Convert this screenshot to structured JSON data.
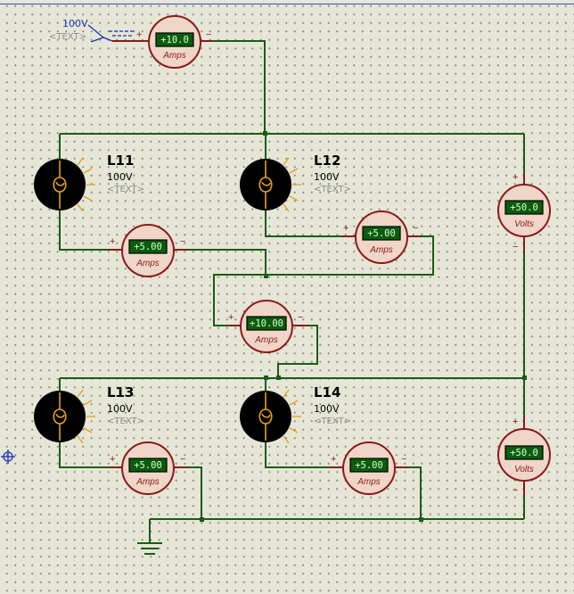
{
  "source": {
    "voltage": "100V",
    "text": "<TEXT>"
  },
  "meters": [
    {
      "id": "ammeter-supply",
      "reading": "+10.0",
      "unit": "Amps"
    },
    {
      "id": "ammeter-l11",
      "reading": "+5.00",
      "unit": "Amps"
    },
    {
      "id": "ammeter-l12",
      "reading": "+5.00",
      "unit": "Amps"
    },
    {
      "id": "ammeter-middle",
      "reading": "+10.00",
      "unit": "Amps"
    },
    {
      "id": "ammeter-l13",
      "reading": "+5.00",
      "unit": "Amps"
    },
    {
      "id": "ammeter-l14",
      "reading": "+5.00",
      "unit": "Amps"
    },
    {
      "id": "voltmeter-upper",
      "reading": "+50.0",
      "unit": "Volts"
    },
    {
      "id": "voltmeter-lower",
      "reading": "+50.0",
      "unit": "Volts"
    }
  ],
  "lamps": [
    {
      "name": "L11",
      "value": "100V",
      "text": "<TEXT>"
    },
    {
      "name": "L12",
      "value": "100V",
      "text": "<TEXT>"
    },
    {
      "name": "L13",
      "value": "100V",
      "text": "<TEXT>"
    },
    {
      "name": "L14",
      "value": "100V",
      "text": "<TEXT>"
    }
  ],
  "signs": {
    "plus": "+",
    "minus": "−"
  },
  "colors": {
    "wire": "#1a5c14",
    "meter_outline": "#8b1a1a",
    "lcd": "#0b5c0b",
    "lamp_rays": "#e6a020",
    "source": "#1a2ec8"
  }
}
